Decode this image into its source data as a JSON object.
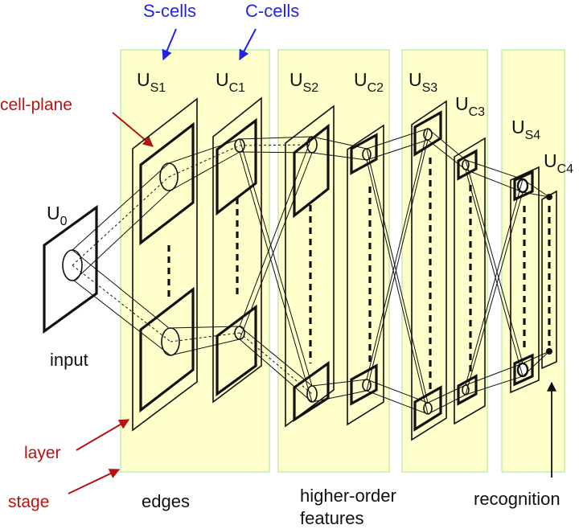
{
  "annotations": {
    "s_cells": "S-cells",
    "c_cells": "C-cells",
    "cell_plane": "cell-plane",
    "layer": "layer",
    "stage": "stage"
  },
  "layers": {
    "u0": {
      "main": "U",
      "sub": "0"
    },
    "us1": {
      "main": "U",
      "sub": "S1"
    },
    "uc1": {
      "main": "U",
      "sub": "C1"
    },
    "us2": {
      "main": "U",
      "sub": "S2"
    },
    "uc2": {
      "main": "U",
      "sub": "C2"
    },
    "us3": {
      "main": "U",
      "sub": "S3"
    },
    "uc3": {
      "main": "U",
      "sub": "C3"
    },
    "us4": {
      "main": "U",
      "sub": "S4"
    },
    "uc4": {
      "main": "U",
      "sub": "C4"
    }
  },
  "captions": {
    "input": "input",
    "edges": "edges",
    "higher_order_line1": "higher-order",
    "higher_order_line2": "features",
    "recognition": "recognition"
  },
  "colors": {
    "stage_fill": "#ffffcc",
    "stage_border": "#c2eeac",
    "label_blue": "#2323e6",
    "label_red": "#b31515",
    "ink": "#111111"
  }
}
